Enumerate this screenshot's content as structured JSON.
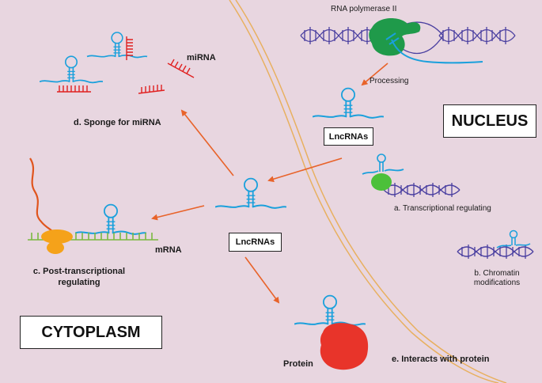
{
  "labels": {
    "rna_polymerase": "RNA polymerase II",
    "processing": "Processing",
    "lncrnas_nucleus": "LncRNAs",
    "lncrnas_center": "LncRNAs",
    "nucleus": "NUCLEUS",
    "cytoplasm": "CYTOPLASM",
    "mirna": "miRNA",
    "sponge": "d. Sponge for miRNA",
    "transcriptional": "a. Transcriptional regulating",
    "chromatin_line1": "b. Chromatin",
    "chromatin_line2": "modifications",
    "mrna": "mRNA",
    "post_line1": "c. Post-transcriptional",
    "post_line2": "regulating",
    "protein": "Protein",
    "interacts": "e. Interacts with protein"
  },
  "colors": {
    "background": "#e8d6e0",
    "membrane": "#e8b060",
    "rna": "#1aa0dc",
    "dna": "#4a3fa0",
    "polymerase": "#1f9a4a",
    "arrow": "#e8632a",
    "mirna": "#e02020",
    "mrna": "#7ab840",
    "ribosome": "#f5a21a",
    "protein": "#e8342a",
    "peptide": "#e0551e",
    "tf_green": "#4cc03a"
  }
}
